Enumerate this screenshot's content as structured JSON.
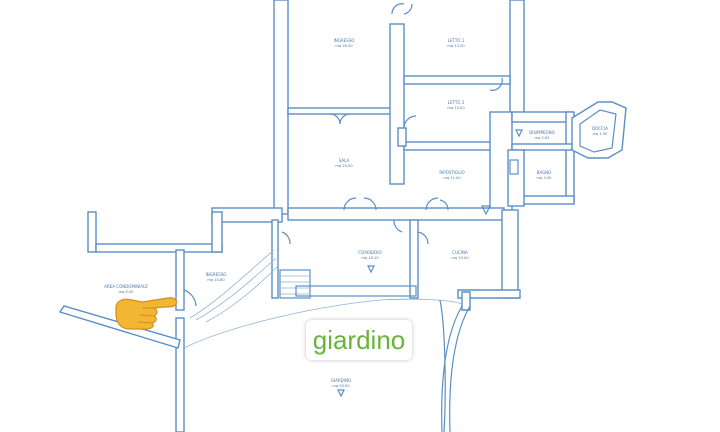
{
  "rooms": {
    "ingresso": {
      "name": "INGRESSO",
      "area": "mq 26.40"
    },
    "letto1": {
      "name": "LETTO 1",
      "area": "mq 13.00"
    },
    "letto2": {
      "name": "LETTO 2",
      "area": "mq 13.00"
    },
    "sala": {
      "name": "SALA",
      "area": "mq 25.90"
    },
    "ripostiglio": {
      "name": "RIPOSTIGLIO",
      "area": "mq 11.00"
    },
    "corridoio": {
      "name": "CORRIDOIO",
      "area": "mq 18.10"
    },
    "cucina": {
      "name": "CUCINA",
      "area": "mq 10.00"
    },
    "disimpegno": {
      "name": "DISIMPEGNO",
      "area": "mq 2.63"
    },
    "doccia": {
      "name": "DOCCIA",
      "area": "mq 1.90"
    },
    "bagno": {
      "name": "BAGNO",
      "area": "mq 4.00"
    },
    "ingresso_ext": {
      "name": "INGRESSO",
      "area": "mq 10.80"
    },
    "area_condominiale": {
      "name": "AREA CONDOMINIALE",
      "area": "mq 0.00"
    },
    "giardino_plan": {
      "name": "GIARDINO",
      "area": "mq 93.00"
    }
  },
  "badge": {
    "label": "giardino"
  },
  "pointer": {
    "icon": "pointing-hand-icon",
    "color": "#f2b632"
  },
  "colors": {
    "wall": "#5b8fc4",
    "badge_text": "#69b33a"
  }
}
